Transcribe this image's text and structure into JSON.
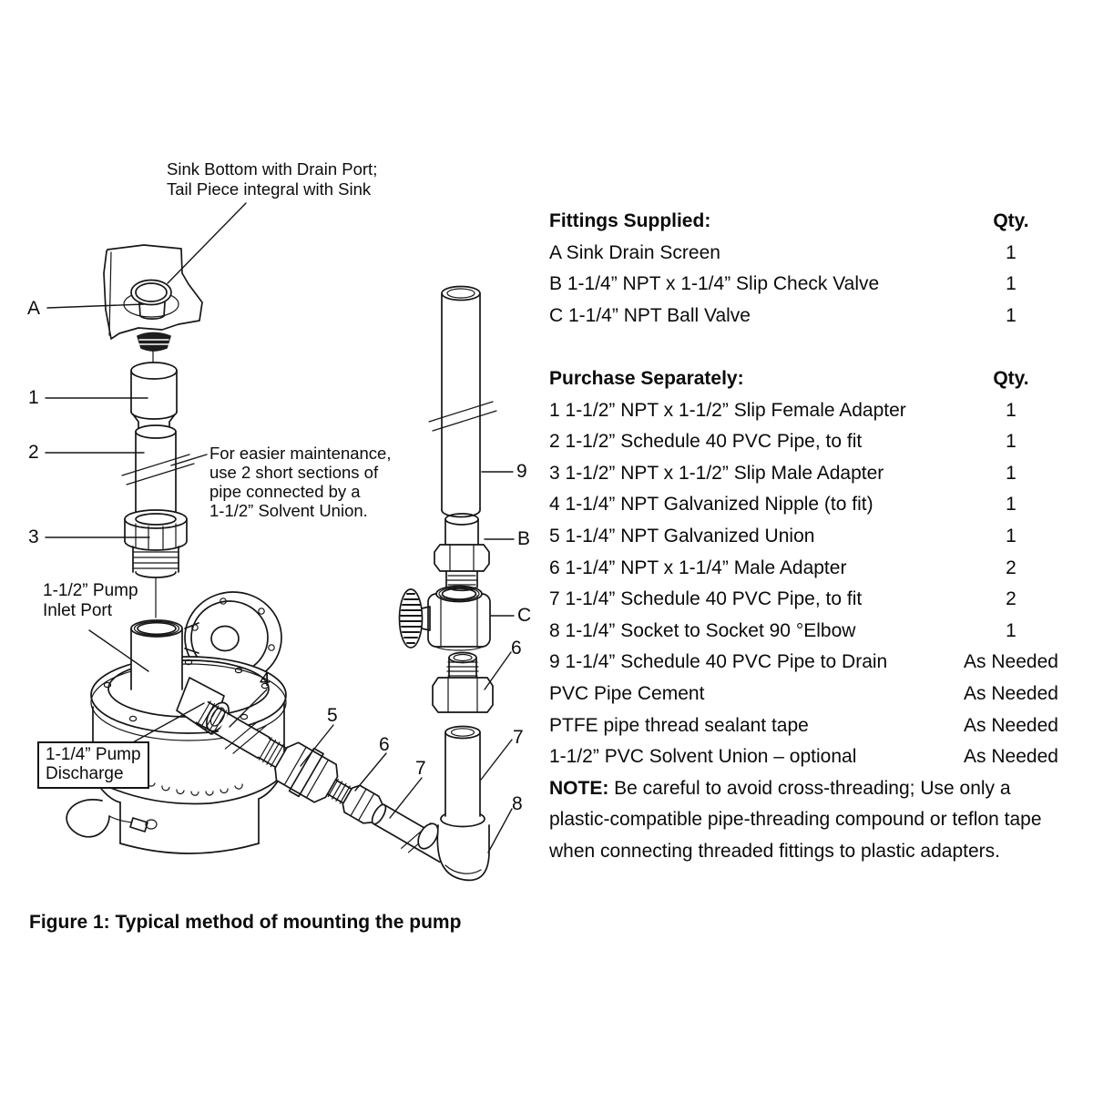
{
  "diagram": {
    "sink_note": "Sink Bottom with Drain Port;\nTail Piece integral with Sink",
    "maintenance_note": "For easier maintenance,\nuse 2 short sections of\npipe connected by a\n1-1/2” Solvent Union.",
    "inlet_label": "1-1/2” Pump\nInlet Port",
    "discharge_label": "1-1/4” Pump\nDischarge",
    "callouts": {
      "A": "A",
      "B": "B",
      "C": "C",
      "1": "1",
      "2": "2",
      "3": "3",
      "4": "4",
      "5": "5",
      "6": "6",
      "7": "7",
      "8": "8",
      "9": "9"
    }
  },
  "fittings_supplied": {
    "title": "Fittings Supplied:",
    "qty_header": "Qty.",
    "rows": [
      {
        "item": "A Sink Drain Screen",
        "qty": "1"
      },
      {
        "item": "B 1-1/4” NPT x 1-1/4” Slip Check Valve",
        "qty": "1"
      },
      {
        "item": "C 1-1/4” NPT Ball Valve",
        "qty": "1"
      }
    ]
  },
  "purchase_separately": {
    "title": "Purchase Separately:",
    "qty_header": "Qty.",
    "rows": [
      {
        "item": "1 1-1/2” NPT x 1-1/2” Slip Female Adapter",
        "qty": "1"
      },
      {
        "item": "2 1-1/2” Schedule 40 PVC Pipe, to fit",
        "qty": "1"
      },
      {
        "item": "3 1-1/2” NPT x 1-1/2” Slip Male Adapter",
        "qty": "1"
      },
      {
        "item": "4 1-1/4” NPT Galvanized Nipple (to fit)",
        "qty": "1"
      },
      {
        "item": "5 1-1/4” NPT Galvanized Union",
        "qty": "1"
      },
      {
        "item": "6 1-1/4” NPT x 1-1/4” Male Adapter",
        "qty": "2"
      },
      {
        "item": "7 1-1/4” Schedule 40 PVC Pipe, to fit",
        "qty": "2"
      },
      {
        "item": "8 1-1/4” Socket to Socket 90 °Elbow",
        "qty": "1"
      },
      {
        "item": "9 1-1/4” Schedule 40 PVC Pipe to Drain",
        "qty": "As Needed"
      },
      {
        "item": "PVC Pipe Cement",
        "qty": "As Needed"
      },
      {
        "item": "PTFE pipe thread sealant tape",
        "qty": "As Needed"
      },
      {
        "item": "1-1/2” PVC Solvent Union – optional",
        "qty": "As Needed"
      }
    ]
  },
  "note": {
    "label": "NOTE:",
    "text": " Be careful to avoid cross-threading; Use only a\nplastic-compatible pipe-threading compound or teflon tape\nwhen connecting threaded fittings to plastic adapters."
  },
  "caption": "Figure 1: Typical method of mounting the pump"
}
